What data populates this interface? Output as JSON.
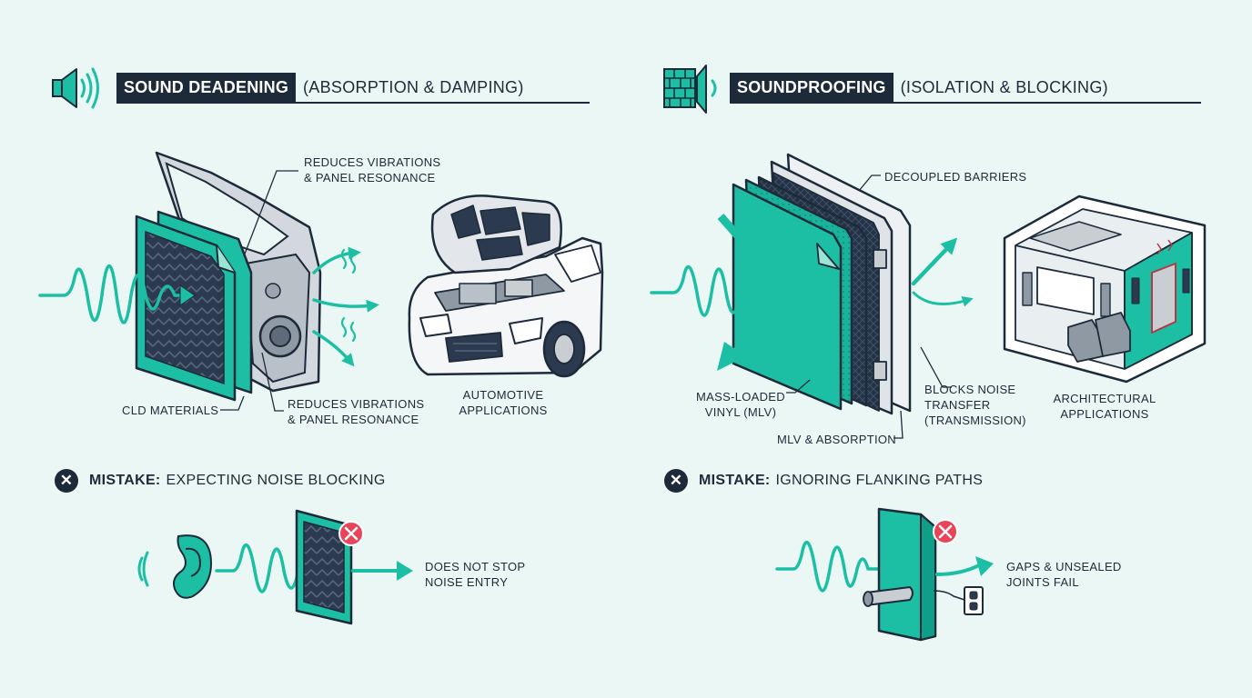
{
  "colors": {
    "teal": "#1cbfa4",
    "navy": "#1d2a3a",
    "background": "#eaf7f4",
    "alert_red": "#e8455a",
    "metal": "#c9ced3"
  },
  "left": {
    "title": "SOUND DEADENING",
    "subtitle": "(ABSORPTION & DAMPING)",
    "icon": "speaker-icon",
    "labels": {
      "top_callout": "REDUCES VIBRATIONS\n& PANEL RESONANCE",
      "cld": "CLD MATERIALS",
      "bottom_callout": "REDUCES VIBRATIONS\n& PANEL RESONANCE",
      "automotive": "AUTOMOTIVE\nAPPLICATIONS"
    },
    "mistake": {
      "prefix": "MISTAKE:",
      "text": "EXPECTING NOISE BLOCKING",
      "result": "DOES NOT STOP\nNOISE ENTRY"
    }
  },
  "right": {
    "title": "SOUNDPROOFING",
    "subtitle": "(ISOLATION & BLOCKING)",
    "icon": "brick-wall-speaker-icon",
    "labels": {
      "decoupled": "DECOUPLED BARRIERS",
      "mlv": "MASS-LOADED\nVINYL (MLV)",
      "mlv_absorption": "MLV & ABSORPTION",
      "blocks": "BLOCKS NOISE\nTRANSFER\n(TRANSMISSION)",
      "architectural": "ARCHITECTURAL\nAPPLICATIONS"
    },
    "mistake": {
      "prefix": "MISTAKE:",
      "text": "IGNORING FLANKING PATHS",
      "result": "GAPS & UNSEALED\nJOINTS FAIL"
    }
  }
}
